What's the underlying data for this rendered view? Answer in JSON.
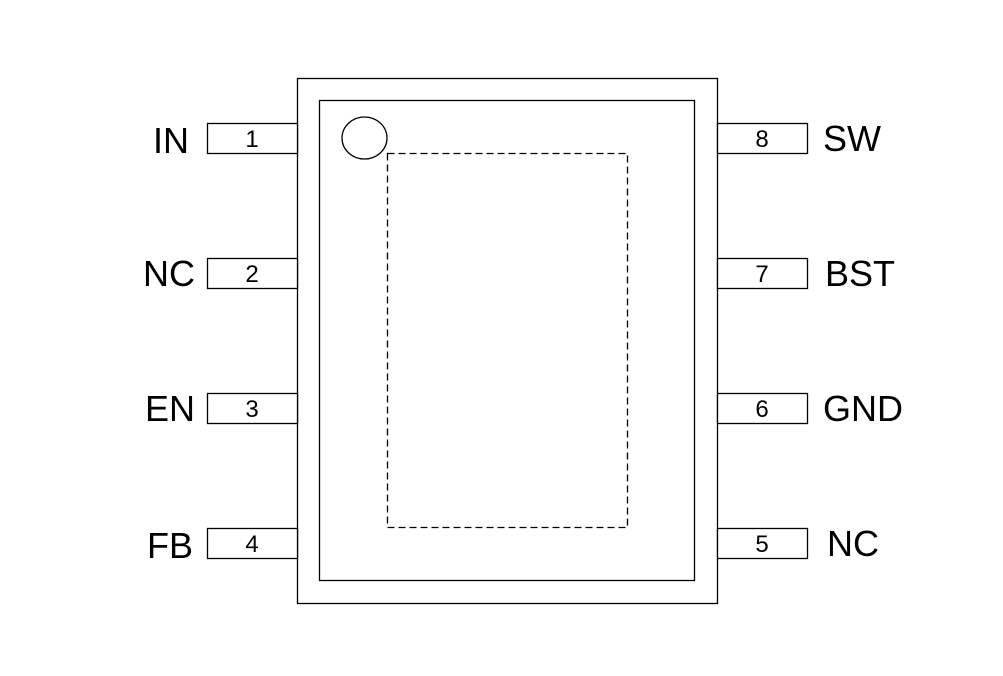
{
  "package": {
    "pins_left": [
      {
        "number": "1",
        "label": "IN"
      },
      {
        "number": "2",
        "label": "NC"
      },
      {
        "number": "3",
        "label": "EN"
      },
      {
        "number": "4",
        "label": "FB"
      }
    ],
    "pins_right": [
      {
        "number": "8",
        "label": "SW"
      },
      {
        "number": "7",
        "label": "BST"
      },
      {
        "number": "6",
        "label": "GND"
      },
      {
        "number": "5",
        "label": "NC"
      }
    ]
  }
}
